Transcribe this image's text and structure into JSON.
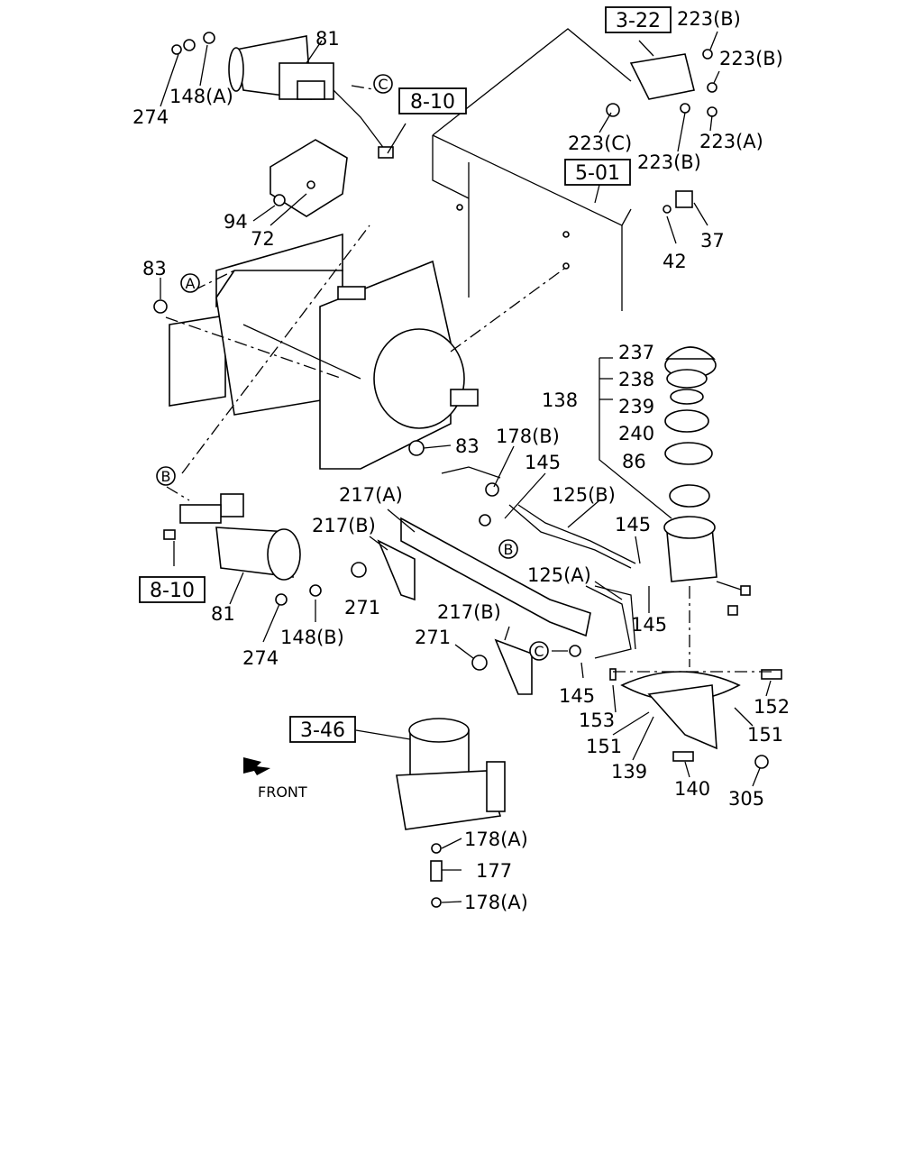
{
  "refs": {
    "r322": "3-22",
    "r810a": "8-10",
    "r501": "5-01",
    "r810b": "8-10",
    "r346": "3-46"
  },
  "circles": {
    "A": "A",
    "B": "B",
    "C": "C"
  },
  "labels": {
    "l81a": "81",
    "l274a": "274",
    "l148a": "148(A)",
    "l94": "94",
    "l72": "72",
    "l83a": "83",
    "l83b": "83",
    "l223b1": "223(B)",
    "l223b2": "223(B)",
    "l223c": "223(C)",
    "l223b3": "223(B)",
    "l223a": "223(A)",
    "l37": "37",
    "l42": "42",
    "l237": "237",
    "l238": "238",
    "l239": "239",
    "l240": "240",
    "l86": "86",
    "l138": "138",
    "l178b": "178(B)",
    "l145a": "145",
    "l125b": "125(B)",
    "l145b": "145",
    "l125a": "125(A)",
    "l145c": "145",
    "l217a": "217(A)",
    "l217b1": "217(B)",
    "l217b2": "217(B)",
    "l271a": "271",
    "l271b": "271",
    "l145d": "145",
    "l81b": "81",
    "l274b": "274",
    "l148b": "148(B)",
    "l153": "153",
    "l152": "152",
    "l151a": "151",
    "l151b": "151",
    "l139": "139",
    "l140": "140",
    "l305": "305",
    "l178a1": "178(A)",
    "l177": "177",
    "l178a2": "178(A)",
    "front": "FRONT"
  }
}
